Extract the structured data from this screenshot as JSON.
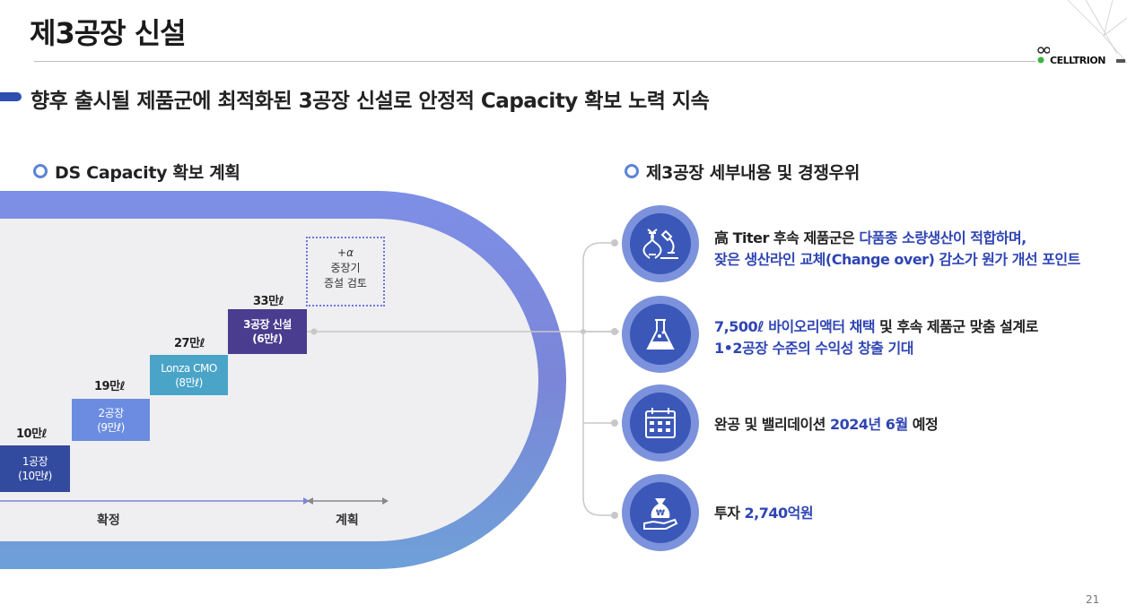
{
  "title": "제3공장 신설",
  "logo": {
    "text": "CELLTRION"
  },
  "subtitle": "향후 출시될 제품군에 최적화된 3공장 신설로 안정적 Capacity 확보 노력 지속",
  "left": {
    "heading": "DS Capacity 확보 계획",
    "steps": [
      {
        "cap": "10만ℓ",
        "line1": "1공장",
        "line2": "(10만ℓ)"
      },
      {
        "cap": "19만ℓ",
        "line1": "2공장",
        "line2": "(9만ℓ)"
      },
      {
        "cap": "27만ℓ",
        "line1": "Lonza CMO",
        "line2": "(8만ℓ)"
      },
      {
        "cap": "33만ℓ",
        "line1": "3공장 신설",
        "line2": "(6만ℓ)"
      }
    ],
    "alpha": {
      "symbol": "+α",
      "line1": "중장기",
      "line2": "증설 검토"
    },
    "axis": {
      "confirmed": "확정",
      "planned": "계획"
    },
    "colors": {
      "step1": "#334b9e",
      "step2": "#6b8ce0",
      "step3": "#4aa4c8",
      "step4": "#4a3c8e"
    }
  },
  "right": {
    "heading": "제3공장 세부내용 및 경쟁우위",
    "items": [
      {
        "icon": "dna-microscope-icon",
        "l1a": "高 Titer 후속 제품군은 ",
        "l1b": "다품종 소량생산이 적합하며,",
        "l2b": "잦은 생산라인 교체(Change over) 감소가 원가 개선 포인트"
      },
      {
        "icon": "flask-icon",
        "l1b": "7,500ℓ 바이오리액터 채택",
        "l1c": " 및 후속 제품군 맞춤 설계로",
        "l2b": "1•2공장 수준의 수익성 창출 기대"
      },
      {
        "icon": "calendar-icon",
        "l1a": "완공 및 밸리데이션 ",
        "l1b": "2024년 6월",
        "l1c": " 예정"
      },
      {
        "icon": "money-bag-icon",
        "l1a": "투자 ",
        "l1b": "2,740억원"
      }
    ]
  },
  "page_number": "21"
}
